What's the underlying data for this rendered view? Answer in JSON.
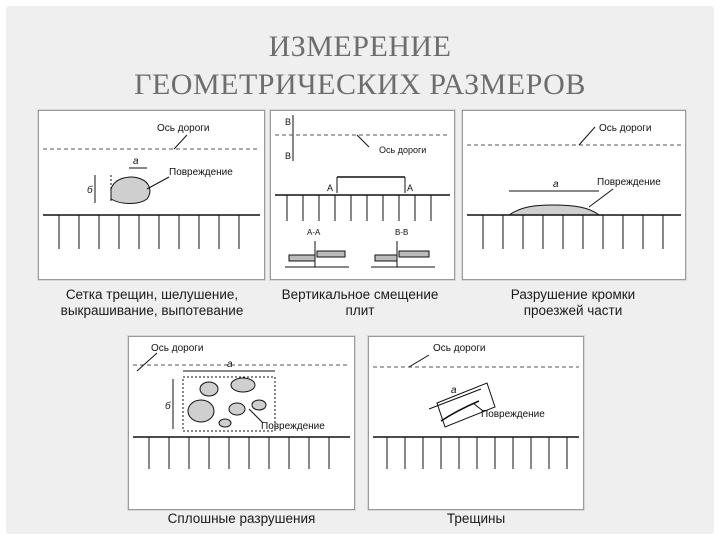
{
  "slide": {
    "title_line1": "ИЗМЕРЕНИЕ",
    "title_line2": "ГЕОМЕТРИЧЕСКИХ РАЗМЕРОВ"
  },
  "panels": {
    "p1": {
      "road_axis": "Ось дороги",
      "damage": "Повреждение",
      "dim_a": "а",
      "dim_b": "б",
      "caption_line1": "Сетка трещин, шелушение,",
      "caption_line2": "выкрашивание, выпотевание"
    },
    "p2": {
      "road_axis": "Ось дороги",
      "mark_b": "В",
      "mark_a": "А",
      "section_aa": "А-А",
      "section_bb": "В-В",
      "caption_line1": "Вертикальное смещение",
      "caption_line2": "плит"
    },
    "p3": {
      "road_axis": "Ось дороги",
      "damage": "Повреждение",
      "dim_a": "а",
      "caption_line1": "Разрушение кромки",
      "caption_line2": "проезжей части"
    },
    "p4": {
      "road_axis": "Ось дороги",
      "damage": "Повреждение",
      "dim_a": "а",
      "dim_b": "б",
      "caption": "Сплошные разрушения"
    },
    "p5": {
      "road_axis": "Ось дороги",
      "damage": "Повреждение",
      "dim_a": "а",
      "caption": "Трещины"
    }
  }
}
